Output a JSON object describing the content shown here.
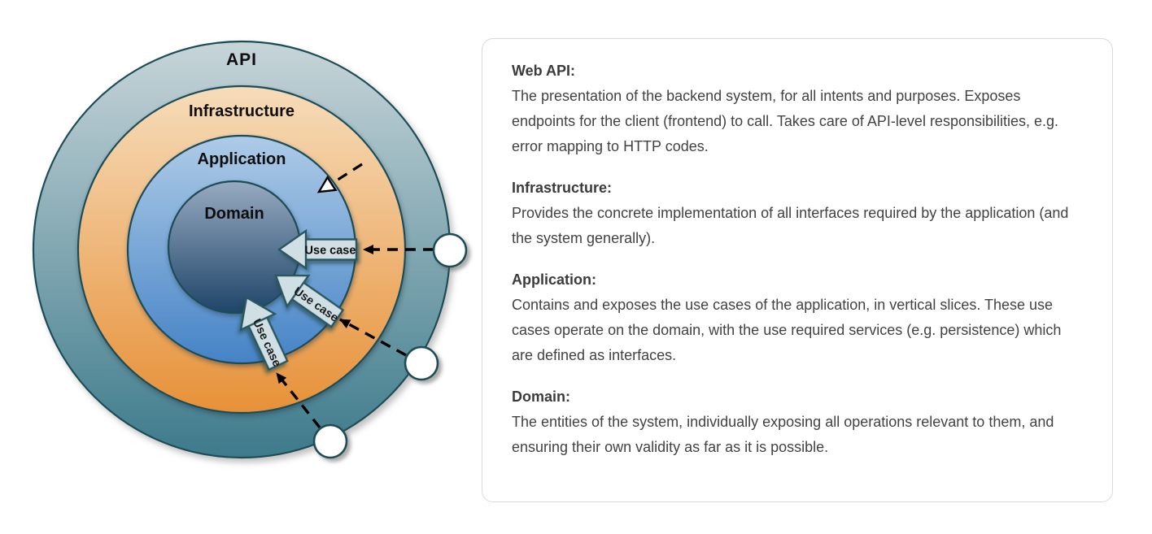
{
  "diagram": {
    "layers": [
      {
        "label": "API"
      },
      {
        "label": "Infrastructure"
      },
      {
        "label": "Application"
      },
      {
        "label": "Domain"
      }
    ],
    "use_case_label": "Use case",
    "colors": {
      "api_top": "#c7d5d9",
      "api_bottom": "#3d7a8b",
      "infra_top": "#f6dcba",
      "infra_bottom": "#e79138",
      "app_top": "#aecbe7",
      "app_bottom": "#4583c6",
      "domain_top": "#97aac0",
      "domain_bottom": "#1f4569",
      "ring_border": "#1d4e57",
      "usecase_fill": "#cfdfe3",
      "usecase_border": "#2a575f",
      "connector": "#000000",
      "port_fill": "#ffffff"
    }
  },
  "panel": {
    "sections": [
      {
        "heading": "Web API:",
        "body": "The presentation of the backend system, for all intents and purposes. Exposes endpoints for the client (frontend) to call. Takes care of API-level responsibilities, e.g. error mapping to HTTP codes."
      },
      {
        "heading": "Infrastructure:",
        "body": "Provides the concrete implementation of all interfaces required by the application (and the system generally)."
      },
      {
        "heading": "Application:",
        "body": "Contains and exposes the use cases of the application, in vertical slices. These use cases operate on the domain, with the use required services (e.g. persistence) which are defined as interfaces."
      },
      {
        "heading": "Domain:",
        "body": "The entities of the system, individually exposing all operations relevant to them, and ensuring their own validity as far as it is possible."
      }
    ]
  }
}
